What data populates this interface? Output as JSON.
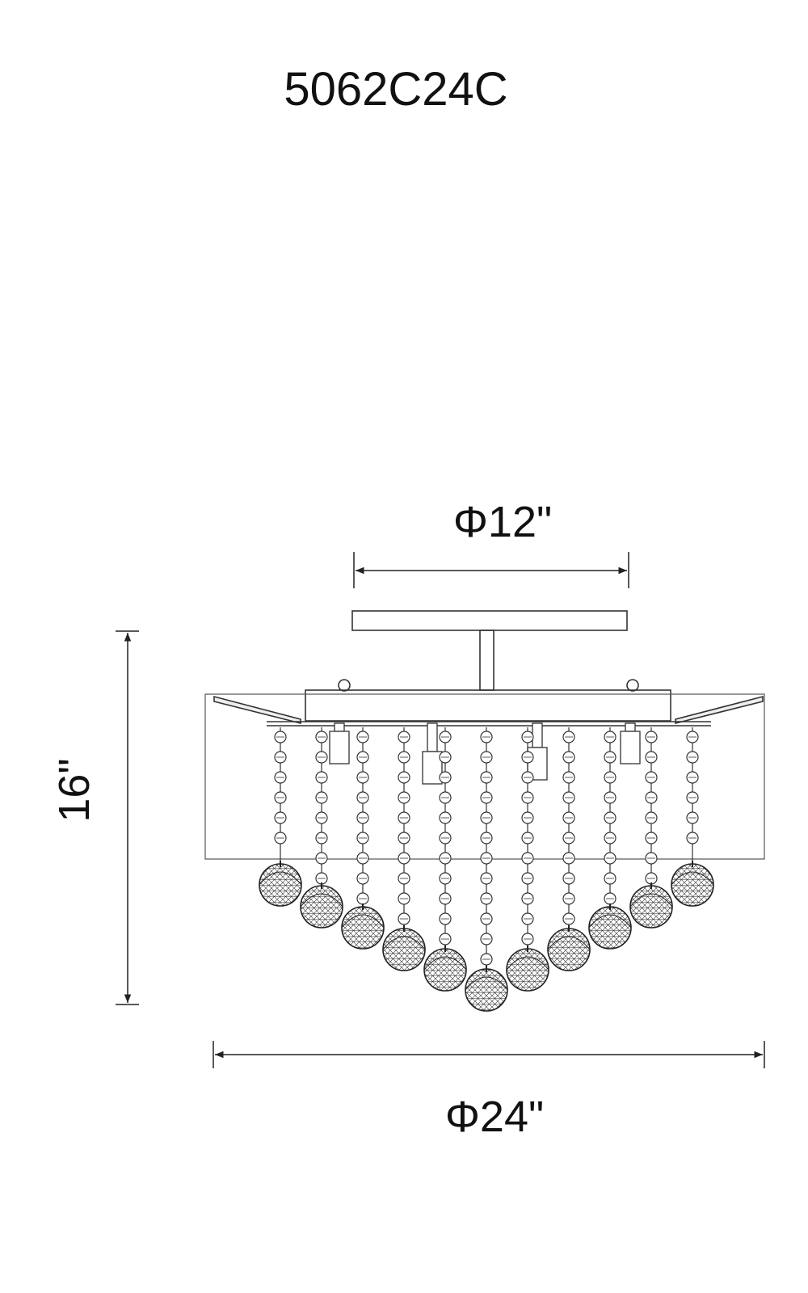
{
  "model_number": "5062C24C",
  "dimensions": {
    "canopy_diameter": "Φ12\"",
    "height": "16\"",
    "overall_diameter": "Φ24\""
  }
}
